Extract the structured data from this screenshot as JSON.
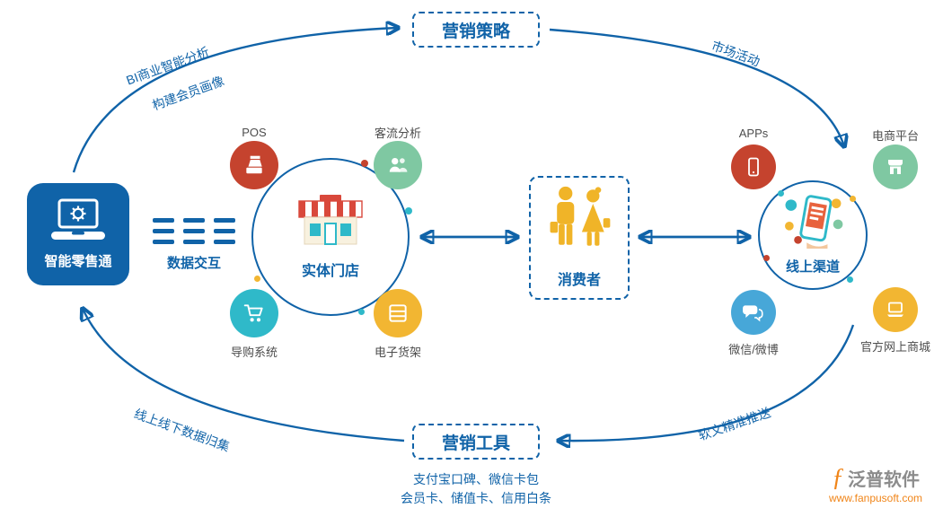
{
  "colors": {
    "primary_blue": "#1063a8",
    "red": "#c5432e",
    "green": "#7fc8a2",
    "teal": "#2fb9c9",
    "light_blue": "#47a7d8",
    "yellow": "#f2b632",
    "consumer_yellow": "#f0b428",
    "awning_red": "#d9483b",
    "logo_orange": "#f08519",
    "logo_gray": "#8c8c8c"
  },
  "nodes": {
    "smart_retail": {
      "label": "智能零售通"
    },
    "data_exchange": {
      "label": "数据交互"
    },
    "physical_store": {
      "label": "实体门店"
    },
    "consumer": {
      "label": "消费者"
    },
    "online_channel": {
      "label": "线上渠道"
    },
    "marketing_strategy": {
      "label": "营销策略"
    },
    "marketing_tools": {
      "label": "营销工具"
    }
  },
  "store_satellites": [
    {
      "label": "POS",
      "icon": "cash-register-icon"
    },
    {
      "label": "客流分析",
      "icon": "people-icon"
    },
    {
      "label": "导购系统",
      "icon": "cart-icon"
    },
    {
      "label": "电子货架",
      "icon": "shelf-icon"
    }
  ],
  "online_satellites": [
    {
      "label": "APPs",
      "icon": "mobile-phone-icon"
    },
    {
      "label": "电商平台",
      "icon": "storefront-icon"
    },
    {
      "label": "微信/微博",
      "icon": "chat-bubbles-icon"
    },
    {
      "label": "官方网上商城",
      "icon": "laptop-icon"
    }
  ],
  "flow_labels": {
    "bi_analysis": "BI商业智能分析",
    "member_profile": "构建会员画像",
    "market_activity": "市场活动",
    "push": "软文精准推送",
    "data_collection": "线上线下数据归集"
  },
  "marketing_tools_notes": [
    "支付宝口碑、微信卡包",
    "会员卡、储值卡、信用白条"
  ],
  "logo": {
    "name": "泛普软件",
    "url": "www.fanpusoft.com"
  }
}
